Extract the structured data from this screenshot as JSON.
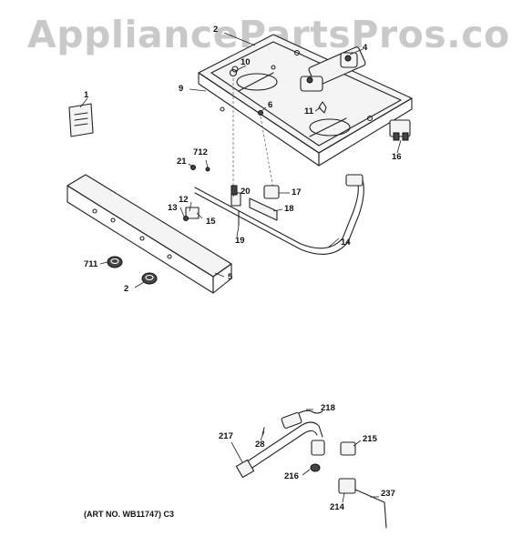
{
  "watermark": "AppliancePartsPros.com",
  "art_number": "(ART NO. WB11747) C3",
  "callouts": {
    "c1": "1",
    "c2a": "2",
    "c2b": "2",
    "c4": "4",
    "c5": "5",
    "c6": "6",
    "c9": "9",
    "c10": "10",
    "c11": "11",
    "c12": "12",
    "c13": "13",
    "c14": "14",
    "c15": "15",
    "c16": "16",
    "c17": "17",
    "c18": "18",
    "c19": "19",
    "c20": "20",
    "c21": "21",
    "c28": "28",
    "c214": "214",
    "c215": "215",
    "c216": "216",
    "c217": "217",
    "c218": "218",
    "c237": "237",
    "c711": "711",
    "c712": "712"
  }
}
